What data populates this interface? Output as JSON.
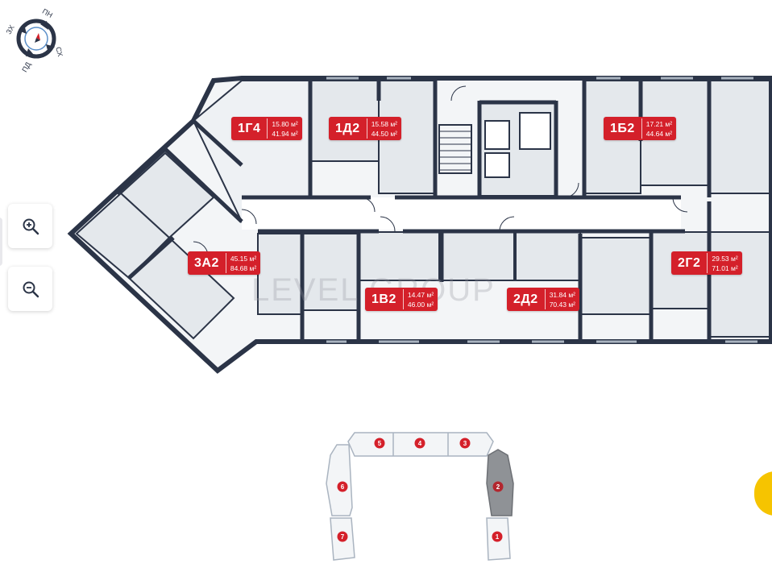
{
  "compass": {
    "labels": [
      "ПН",
      "СХ",
      "ПД",
      "ЗХ"
    ],
    "icon": "compass-icon"
  },
  "zoom": {
    "in_icon": "zoom-in-icon",
    "out_icon": "zoom-out-icon"
  },
  "watermark": "LEVEL GROUP",
  "apartments": [
    {
      "code": "1Г4",
      "area_living": "15.80 м²",
      "area_total": "41.94 м²"
    },
    {
      "code": "1Д2",
      "area_living": "15.58 м²",
      "area_total": "44.50 м²"
    },
    {
      "code": "1Б2",
      "area_living": "17.21 м²",
      "area_total": "44.64 м²"
    },
    {
      "code": "3А2",
      "area_living": "45.15 м²",
      "area_total": "84.68 м²"
    },
    {
      "code": "1В2",
      "area_living": "14.47 м²",
      "area_total": "46.00 м²"
    },
    {
      "code": "2Д2",
      "area_living": "31.84 м²",
      "area_total": "70.43 м²"
    },
    {
      "code": "2Г2",
      "area_living": "29.53 м²",
      "area_total": "71.01 м²"
    }
  ],
  "sections": [
    {
      "number": "1",
      "active": false
    },
    {
      "number": "2",
      "active": true
    },
    {
      "number": "3",
      "active": false
    },
    {
      "number": "4",
      "active": false
    },
    {
      "number": "5",
      "active": false
    },
    {
      "number": "6",
      "active": false
    },
    {
      "number": "7",
      "active": false
    }
  ],
  "colors": {
    "accent": "#d4202a",
    "walls": "#2b3447",
    "room_fill": "#e7ebef",
    "section_active": "#8f9296",
    "yellow": "#f6c400"
  }
}
